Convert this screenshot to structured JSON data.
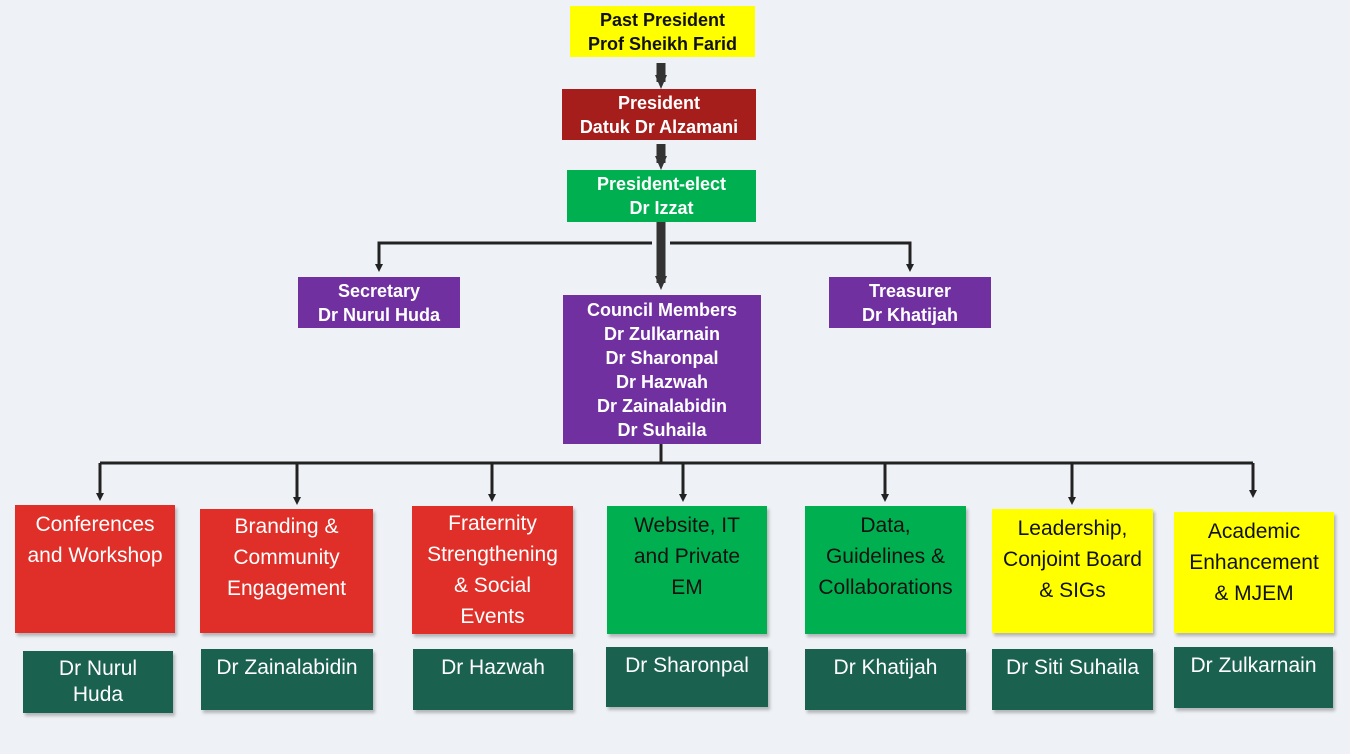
{
  "leadership": {
    "past_president": {
      "role": "Past President",
      "name": "Prof Sheikh Farid"
    },
    "president": {
      "role": "President",
      "name": "Datuk Dr Alzamani"
    },
    "president_elect": {
      "role": "President-elect",
      "name": "Dr Izzat"
    },
    "secretary": {
      "role": "Secretary",
      "name": "Dr Nurul Huda"
    },
    "treasurer": {
      "role": "Treasurer",
      "name": "Dr Khatijah"
    },
    "council": {
      "title": "Council Members",
      "members": [
        "Dr Zulkarnain",
        "Dr Sharonpal",
        "Dr Hazwah",
        "Dr Zainalabidin",
        "Dr Suhaila"
      ]
    }
  },
  "committees": [
    {
      "lines": [
        "Conferences",
        "and Workshop"
      ],
      "lead_lines": [
        "Dr Nurul",
        "Huda"
      ],
      "color": "#e02f28"
    },
    {
      "lines": [
        "Branding &",
        "Community",
        "Engagement"
      ],
      "lead_lines": [
        "Dr Zainalabidin"
      ],
      "color": "#e02f28"
    },
    {
      "lines": [
        "Fraternity",
        "Strengthening",
        "& Social",
        "Events"
      ],
      "lead_lines": [
        "Dr Hazwah"
      ],
      "color": "#e02f28"
    },
    {
      "lines": [
        "Website, IT",
        "and Private",
        "EM"
      ],
      "lead_lines": [
        "Dr Sharonpal"
      ],
      "color": "#00b050"
    },
    {
      "lines": [
        "Data,",
        "Guidelines &",
        "Collaborations"
      ],
      "lead_lines": [
        "Dr Khatijah"
      ],
      "color": "#00b050"
    },
    {
      "lines": [
        "Leadership,",
        "Conjoint Board",
        "& SIGs"
      ],
      "lead_lines": [
        "Dr Siti Suhaila"
      ],
      "color": "#ffff00"
    },
    {
      "lines": [
        "Academic",
        "Enhancement",
        "& MJEM"
      ],
      "lead_lines": [
        "Dr Zulkarnain"
      ],
      "color": "#ffff00"
    }
  ]
}
